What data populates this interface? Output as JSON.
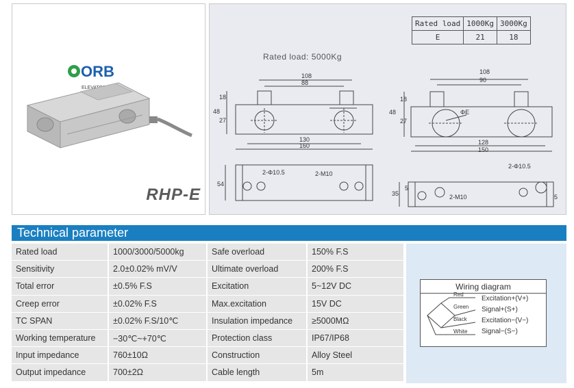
{
  "product": {
    "logo_text": "ORB",
    "logo_sub": "ELEVATOR",
    "model": "RHP-E"
  },
  "drawing": {
    "rated_load_caption": "Rated load: 5000Kg",
    "rated_table": {
      "header": [
        "Rated load",
        "1000Kg",
        "3000Kg"
      ],
      "row": [
        "E",
        "21",
        "18"
      ]
    },
    "left_view": {
      "dim_top1": "108",
      "dim_top2": "88",
      "dim_h1": "18",
      "dim_h2": "48",
      "dim_h3": "27",
      "dim_bot1": "130",
      "dim_bot2": "160",
      "plan_height": "54",
      "hole_label": "2-Φ10.5",
      "thread_label": "2-M10"
    },
    "right_view": {
      "dim_top1": "108",
      "dim_top2": "90",
      "dim_h1": "18",
      "dim_h2": "48",
      "dim_h3": "27",
      "e_label": "ΦE",
      "dim_bot1": "128",
      "dim_bot2": "150",
      "plan_height": "35",
      "edge_left": "5",
      "edge_right": "5",
      "hole_label": "2-Φ10.5",
      "thread_label": "2-M10"
    }
  },
  "section_title": "Technical parameter",
  "params": [
    [
      "Rated load",
      "1000/3000/5000kg",
      "Safe overload",
      "150% F.S"
    ],
    [
      "Sensitivity",
      "2.0±0.02% mV/V",
      "Ultimate overload",
      "200% F.S"
    ],
    [
      "Total error",
      "±0.5% F.S",
      "Excitation",
      "5~12V DC"
    ],
    [
      "Creep error",
      "±0.02% F.S",
      "Max.excitation",
      "15V DC"
    ],
    [
      "TC SPAN",
      "±0.02% F.S/10℃",
      "Insulation impedance",
      "≥5000MΩ"
    ],
    [
      "Working temperature",
      "−30℃~+70℃",
      "Protection class",
      "IP67/IP68"
    ],
    [
      "Input impedance",
      "760±10Ω",
      "Construction",
      "Alloy Steel"
    ],
    [
      "Output impedance",
      "700±2Ω",
      "Cable length",
      "5m"
    ]
  ],
  "wiring": {
    "title": "Wiring diagram",
    "wires": [
      {
        "color": "Red",
        "signal": "Excitation+(V+)"
      },
      {
        "color": "Green",
        "signal": "Signal+(S+)"
      },
      {
        "color": "Black",
        "signal": "Excitation−(V−)"
      },
      {
        "color": "White",
        "signal": "Signal−(S−)"
      }
    ]
  },
  "colors": {
    "accent": "#1a7fc1",
    "logo_green": "#2f9e4a",
    "logo_blue": "#1d5fae"
  }
}
